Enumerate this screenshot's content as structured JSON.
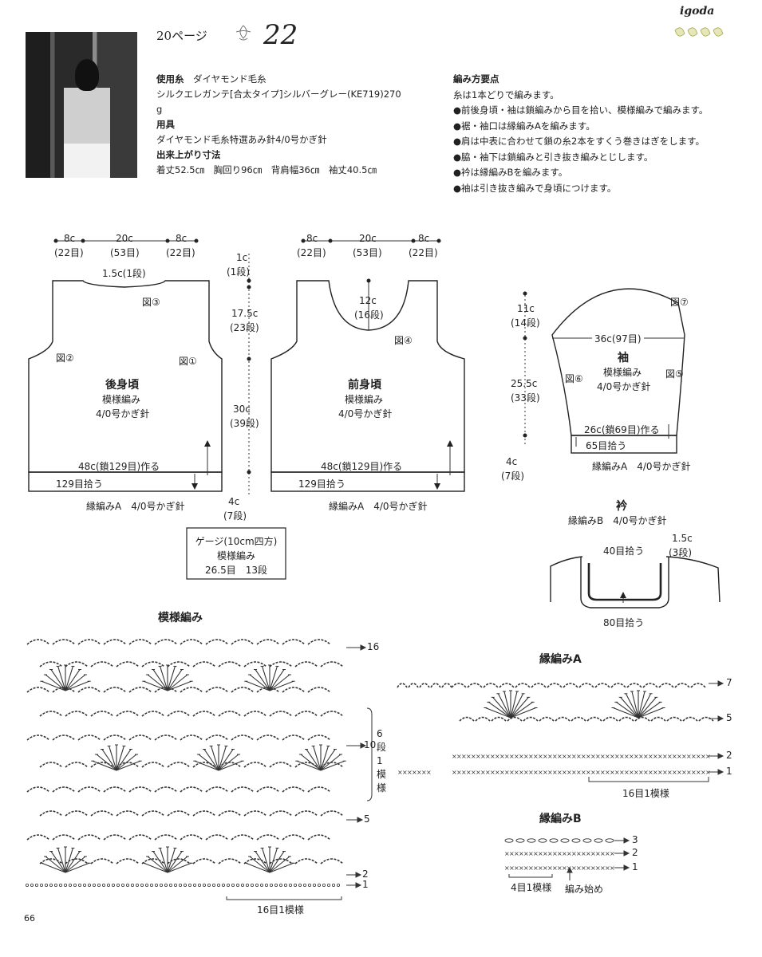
{
  "header": {
    "page_ref": "20ページ",
    "pattern_no": "22",
    "brand": "igoda"
  },
  "materials": {
    "yarn_heading": "使用糸",
    "yarn_brand": "ダイヤモンド毛糸",
    "yarn_detail": "シルクエレガンテ[合太タイプ]シルバーグレー(KE719)270",
    "yarn_unit": "g",
    "tools_heading": "用具",
    "tools_detail": "ダイヤモンド毛糸特選あみ針4/0号かぎ針",
    "size_heading": "出来上がり寸法",
    "size_detail": "着丈52.5㎝　胸回り96㎝　背肩幅36㎝　袖丈40.5㎝"
  },
  "instructions": {
    "heading": "編み方要点",
    "lines": [
      "糸は1本どりで編みます。",
      "●前後身頃・袖は鎖編みから目を拾い、模様編みで編みます。",
      "●裾・袖口は縁編みAを編みます。",
      "●肩は中表に合わせて鎖の糸2本をすくう巻きはぎをします。",
      "●脇・袖下は鎖編みと引き抜き編みとじします。",
      "●衿は縁編みBを編みます。",
      "●袖は引き抜き編みで身頃につけます。"
    ]
  },
  "back": {
    "w_left": "8c",
    "w_left_st": "(22目)",
    "w_mid": "20c",
    "w_mid_st": "(53目)",
    "w_right": "8c",
    "w_right_st": "(22目)",
    "neck": "1.5c(1段)",
    "fig3": "図③",
    "fig2": "図②",
    "fig1": "図①",
    "title": "後身頃",
    "stitch": "模様編み",
    "hook": "4/0号かぎ針",
    "chain": "48c(鎖129目)作る",
    "pick": "129目拾う",
    "edge": "縁編みA　4/0号かぎ針"
  },
  "vertical": {
    "v1": "1c",
    "v1s": "(1段)",
    "v2": "17.5c",
    "v2s": "(23段)",
    "v3": "30c",
    "v3s": "(39段)",
    "v4": "4c",
    "v4s": "(7段)"
  },
  "front": {
    "w_left": "8c",
    "w_left_st": "(22目)",
    "w_mid": "20c",
    "w_mid_st": "(53目)",
    "w_right": "8c",
    "w_right_st": "(22目)",
    "neck": "12c",
    "neck_st": "(16段)",
    "fig4": "図④",
    "title": "前身頃",
    "stitch": "模様編み",
    "hook": "4/0号かぎ針",
    "chain": "48c(鎖129目)作る",
    "pick": "129目拾う",
    "edge": "縁編みA　4/0号かぎ針"
  },
  "gauge": {
    "line1": "ゲージ(10cm四方)",
    "line2": "模様編み",
    "line3": "26.5目　13段"
  },
  "sleeve": {
    "h1": "11c",
    "h1s": "(14段)",
    "h2": "25.5c",
    "h2s": "(33段)",
    "h3": "4c",
    "h3s": "(7段)",
    "top": "36c(97目)",
    "fig7": "図⑦",
    "fig6": "図⑥",
    "fig5": "図⑤",
    "title": "袖",
    "stitch": "模様編み",
    "hook": "4/0号かぎ針",
    "chain": "26c(鎖69目)作る",
    "pick": "65目拾う",
    "edge": "縁編みA　4/0号かぎ針"
  },
  "collar": {
    "title": "衿",
    "edge": "縁編みB　4/0号かぎ針",
    "h": "1.5c",
    "hs": "(3段)",
    "top_pick": "40目拾う",
    "bottom_pick": "80目拾う"
  },
  "chart_main": {
    "title": "模様編み",
    "rows": [
      "16",
      "10",
      "5",
      "2",
      "1"
    ],
    "repeat_rows": "6段1模様",
    "repeat_sts": "16目1模様"
  },
  "chart_a": {
    "title": "縁編みA",
    "rows": [
      "7",
      "5",
      "2",
      "1"
    ],
    "repeat_sts": "16目1模様"
  },
  "chart_b": {
    "title": "縁編みB",
    "rows": [
      "3",
      "2",
      "1"
    ],
    "repeat_sts": "4目1模様",
    "start": "編み始め"
  },
  "footer": {
    "page": "66"
  }
}
